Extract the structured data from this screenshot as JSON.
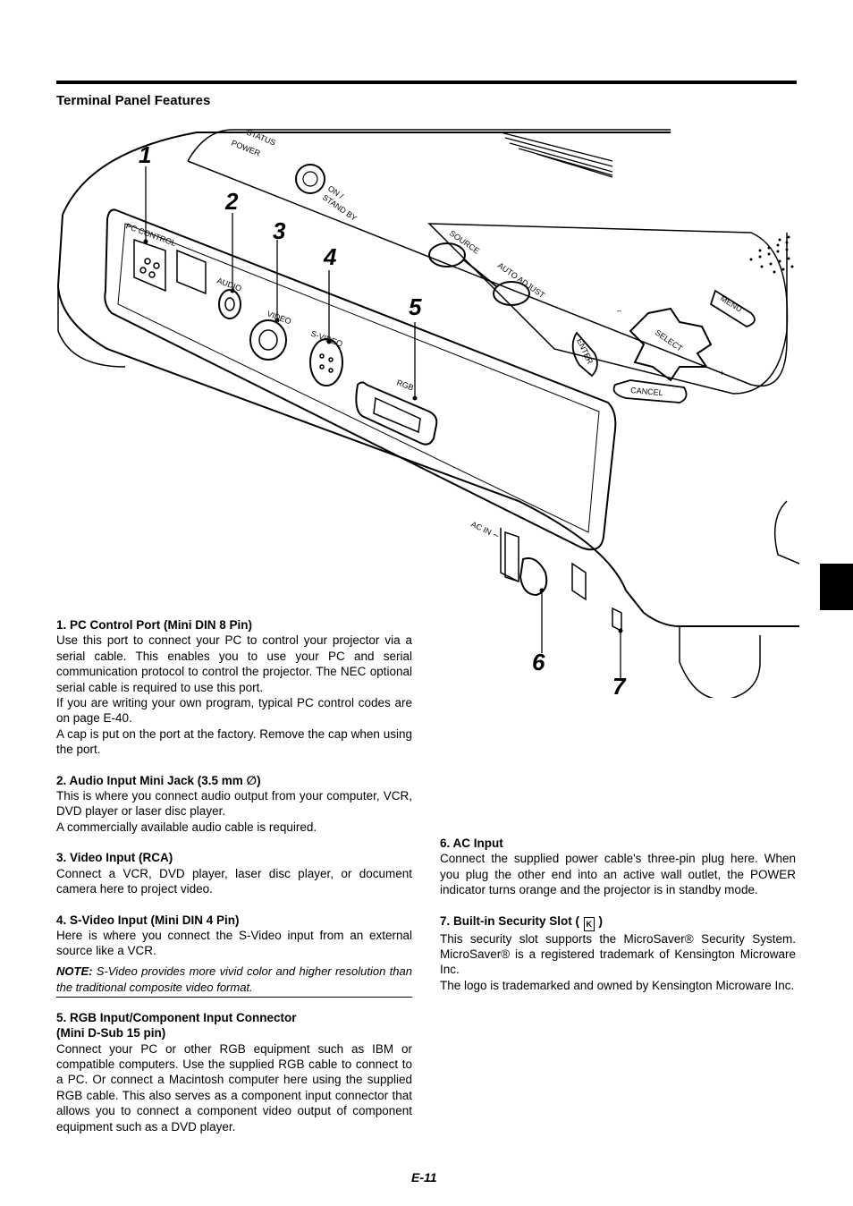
{
  "section_title": "Terminal Panel Features",
  "page_number": "E-11",
  "figure": {
    "callouts": [
      "1",
      "2",
      "3",
      "4",
      "5",
      "6",
      "7"
    ],
    "labels": {
      "status": "STATUS",
      "power": "POWER",
      "on_standby_1": "ON /",
      "on_standby_2": "STAND BY",
      "source": "SOURCE",
      "auto_adjust": "AUTO ADJUST",
      "menu": "MENU",
      "enter": "ENTER",
      "select": "SELECT",
      "cancel": "CANCEL",
      "minus": "–",
      "plus": "+",
      "pc_control": "PC CONTROL",
      "audio": "AUDIO",
      "video": "VIDEO",
      "s_video": "S-VIDEO",
      "rgb": "RGB",
      "ac_in": "AC IN ∼"
    }
  },
  "items": {
    "pc_control": {
      "title": "1. PC Control Port (Mini DIN 8 Pin)",
      "body": [
        "Use this port to connect your PC to control your projector via a serial cable. This enables you to use your PC and serial communication protocol to control the projector. The NEC optional serial cable is required to use this port.",
        "If you are writing your own program, typical PC control codes are on page E-40.",
        "A cap is put on the port at the factory. Remove the cap when using the port."
      ]
    },
    "audio": {
      "title": "2. Audio Input Mini Jack (3.5 mm ∅)",
      "body": [
        "This is where you connect audio output from your computer, VCR, DVD player or laser disc player.",
        "A commercially available audio cable is required."
      ]
    },
    "video": {
      "title": "3. Video Input (RCA)",
      "body": [
        "Connect a VCR, DVD player, laser disc player, or document camera here to project video."
      ]
    },
    "s_video": {
      "title": "4. S-Video Input (Mini DIN 4 Pin)",
      "body": [
        "Here is where you connect the S-Video input from an external source like a VCR."
      ]
    },
    "note": {
      "label": "NOTE:",
      "text": "S-Video provides more vivid color and higher resolution than the traditional composite video format."
    },
    "rgb": {
      "title_1": "5. RGB Input/Component Input Connector",
      "title_2": "(Mini D-Sub 15 pin)",
      "body": [
        "Connect your PC or other RGB equipment such as IBM or compatible computers. Use the supplied RGB cable to connect to a PC. Or connect a Macintosh computer here using the supplied RGB cable. This also serves as a component input connector that allows you to connect a component video output of component equipment such as a DVD player."
      ]
    },
    "ac_input": {
      "title": "6. AC Input",
      "body": [
        "Connect the supplied power cable's three-pin plug here. When you plug the other end into an active wall outlet, the POWER indicator turns orange and the projector is in standby mode."
      ]
    },
    "security": {
      "title_pre": "7. Built-in Security Slot (",
      "title_post": ")",
      "icon_letter": "K",
      "body": [
        "This security slot supports the MicroSaver® Security System. MicroSaver® is a registered trademark of Kensington Microware Inc.",
        "The logo is trademarked and owned by Kensington Microware Inc."
      ]
    }
  }
}
